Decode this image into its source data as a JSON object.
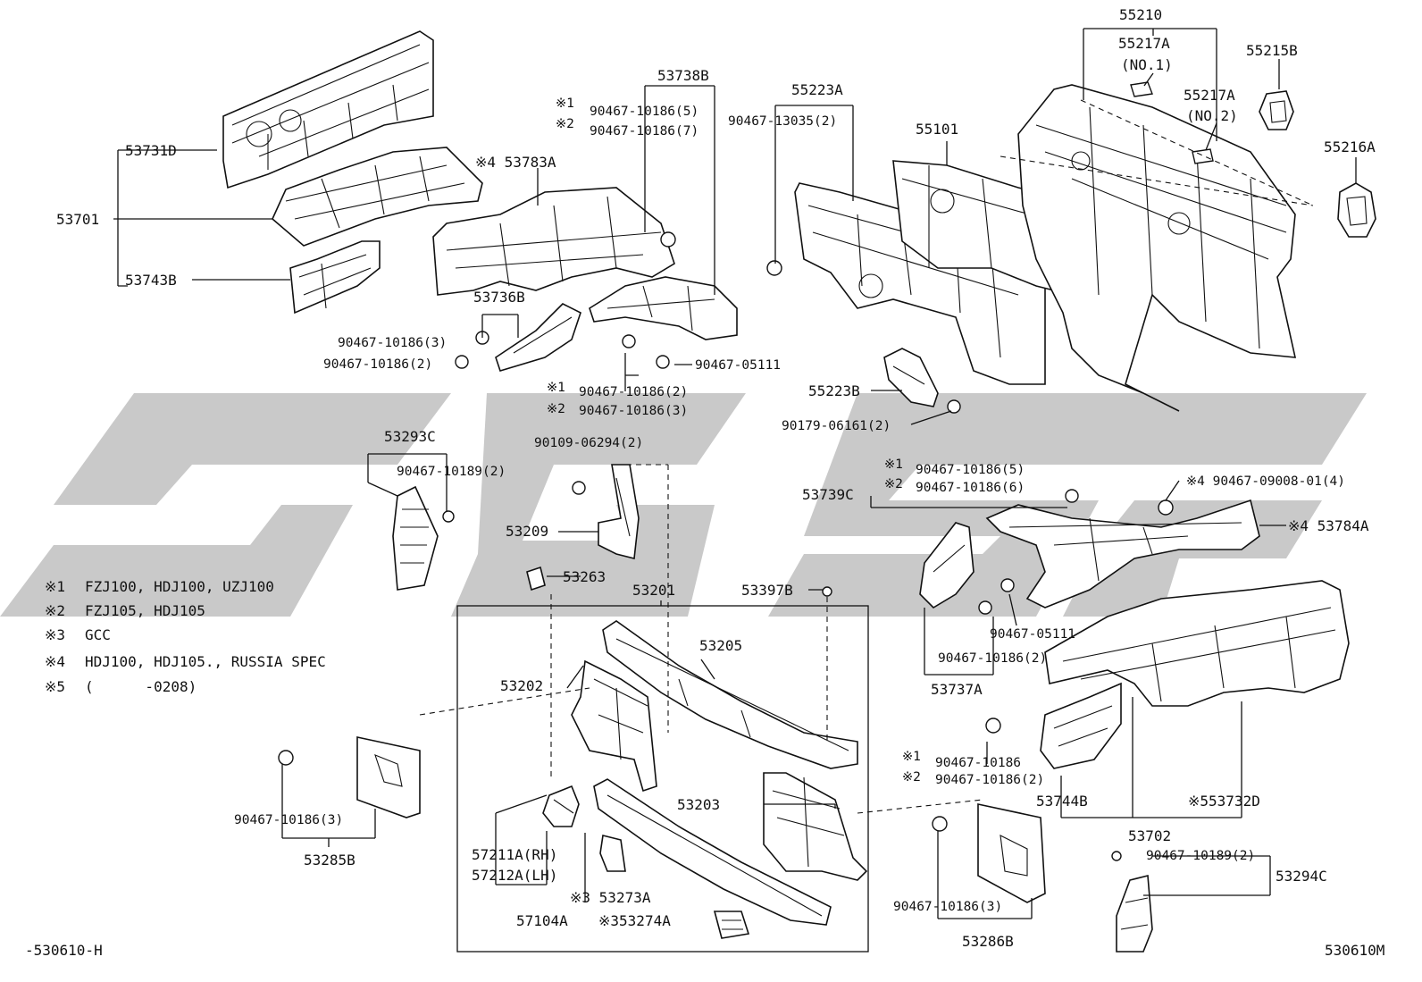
{
  "labels": {
    "p55210": "55210",
    "p55217a_no1": "55217A",
    "p55217a_no1_sub": "(NO.1)",
    "p55215b": "55215B",
    "p55217a_no2": "55217A",
    "p55217a_no2_sub": "(NO.2)",
    "p55216a": "55216A",
    "p53738b": "53738B",
    "n1_a": "※1",
    "c90467_10186_5_a": "90467-10186(5)",
    "n2_a": "※2",
    "c90467_10186_7": "90467-10186(7)",
    "p55223a": "55223A",
    "c90467_13035_2": "90467-13035(2)",
    "p55101": "55101",
    "p53731d": "53731D",
    "p53783a": "※4 53783A",
    "p53701": "53701",
    "p53743b": "53743B",
    "p53736b": "53736B",
    "c90467_10186_3_a": "90467-10186(3)",
    "c90467_10186_2_a": "90467-10186(2)",
    "c90467_05111_a": "90467-05111",
    "n1_b": "※1",
    "c90467_10186_2_b": "90467-10186(2)",
    "n2_b": "※2",
    "c90467_10186_3_b": "90467-10186(3)",
    "p55223b": "55223B",
    "c90179_06161_2": "90179-06161(2)",
    "p53293c": "53293C",
    "c90467_10189_2_a": "90467-10189(2)",
    "c90109_06294_2": "90109-06294(2)",
    "p53209": "53209",
    "p53263": "53263",
    "n1_c": "※1",
    "c90467_10186_5_c": "90467-10186(5)",
    "n2_c": "※2",
    "c90467_10186_6": "90467-10186(6)",
    "p53739c": "53739C",
    "c90467_09008_01_4": "※4 90467-09008-01(4)",
    "p53784a": "※4 53784A",
    "p53201": "53201",
    "p53397b": "53397B",
    "p53205": "53205",
    "p53202": "53202",
    "c90467_05111_b": "90467-05111",
    "c90467_10186_2_c": "90467-10186(2)",
    "p53737a": "53737A",
    "n1_d": "※1",
    "c90467_10186_d": "90467-10186",
    "n2_d": "※2",
    "c90467_10186_2_d": "90467-10186(2)",
    "p53744b": "53744B",
    "p553732d": "※553732D",
    "p53702": "53702",
    "c90467_10189_2_b": "90467-10189(2)",
    "p53294c": "53294C",
    "p53203": "53203",
    "c90467_10186_3_c": "90467-10186(3)",
    "p53285b": "53285B",
    "p57211a": "57211A(RH)",
    "p57212a": "57212A(LH)",
    "p53273a": "※3 53273A",
    "p57104a": "57104A",
    "p53274a": "※353274A",
    "c90467_10186_3_d": "90467-10186(3)",
    "p53286b": "53286B",
    "footer_left": "-530610-H",
    "footer_right": "530610M"
  },
  "legend": [
    {
      "mark": "※1",
      "text": "FZJ100, HDJ100, UZJ100"
    },
    {
      "mark": "※2",
      "text": "FZJ105, HDJ105"
    },
    {
      "mark": "※3",
      "text": "GCC"
    },
    {
      "mark": "※4",
      "text": "HDJ100, HDJ105., RUSSIA SPEC"
    },
    {
      "mark": "※5",
      "text": "(      -0208)"
    }
  ]
}
